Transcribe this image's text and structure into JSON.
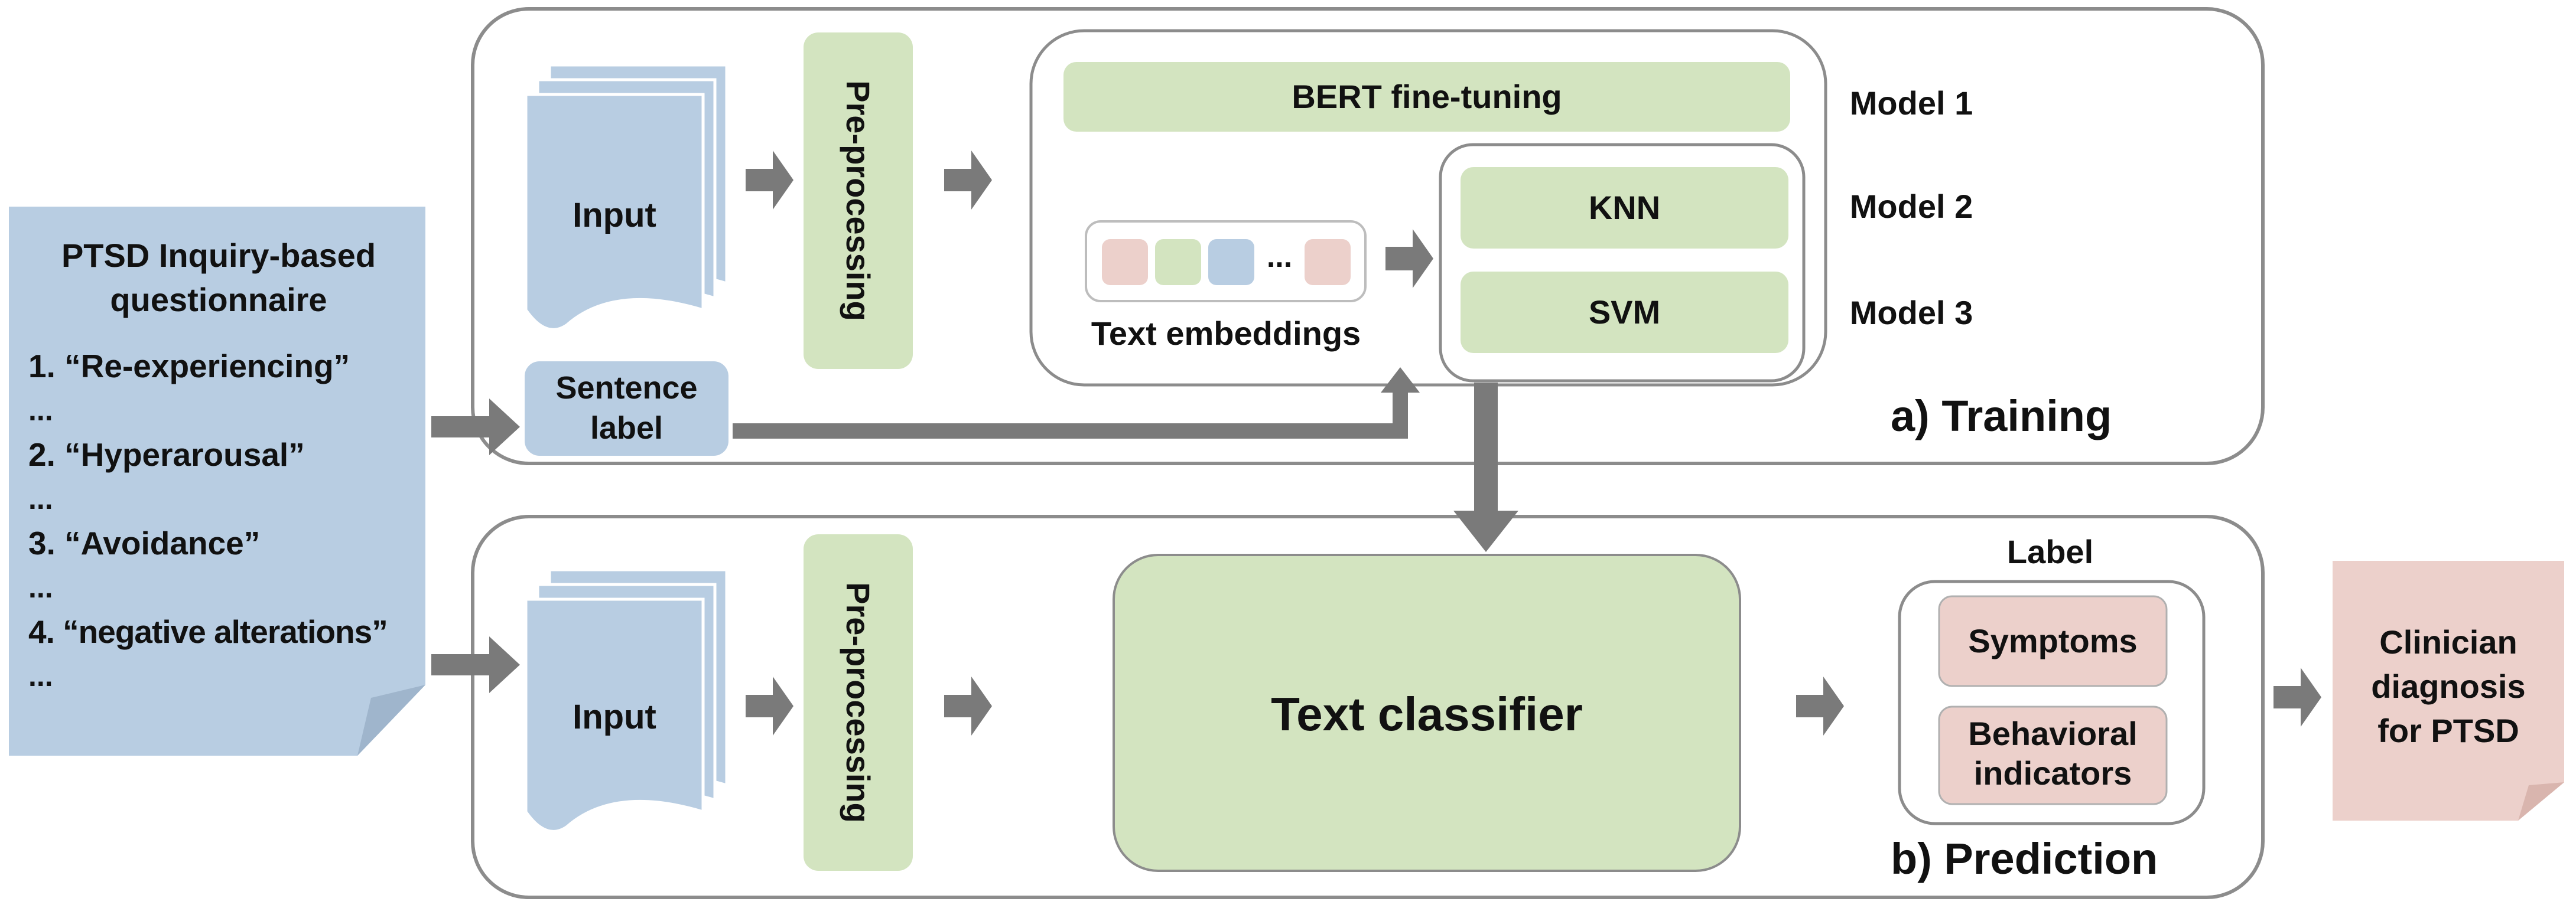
{
  "colors": {
    "blue": "#b8cde2",
    "blue_fold": "#9fb5cc",
    "green": "#d3e4c0",
    "pink": "#ecd0cb",
    "pink_fold": "#d9b5ae",
    "arrow": "#7a7a7a",
    "border": "#8c8c8c"
  },
  "questionnaire": {
    "title_line1": "PTSD Inquiry-based",
    "title_line2": "questionnaire",
    "item1": "1. “Re-experiencing”",
    "item2": "2. “Hyperarousal”",
    "item3": "3. “Avoidance”",
    "item4": "4. “negative alterations”",
    "ellipsis": "..."
  },
  "training": {
    "section_label": "a) Training",
    "input": "Input",
    "preprocessing": "Pre-processing",
    "sentence_label_line1": "Sentence",
    "sentence_label_line2": "label",
    "bert": "BERT fine-tuning",
    "knn": "KNN",
    "svm": "SVM",
    "embedding_dots": "...",
    "text_embeddings": "Text embeddings",
    "model1": "Model 1",
    "model2": "Model 2",
    "model3": "Model 3"
  },
  "prediction": {
    "section_label": "b) Prediction",
    "input": "Input",
    "preprocessing": "Pre-processing",
    "classifier": "Text classifier",
    "label_heading": "Label",
    "symptoms": "Symptoms",
    "behavioral_line1": "Behavioral",
    "behavioral_line2": "indicators"
  },
  "output": {
    "line1": "Clinician",
    "line2": "diagnosis",
    "line3": "for PTSD"
  }
}
